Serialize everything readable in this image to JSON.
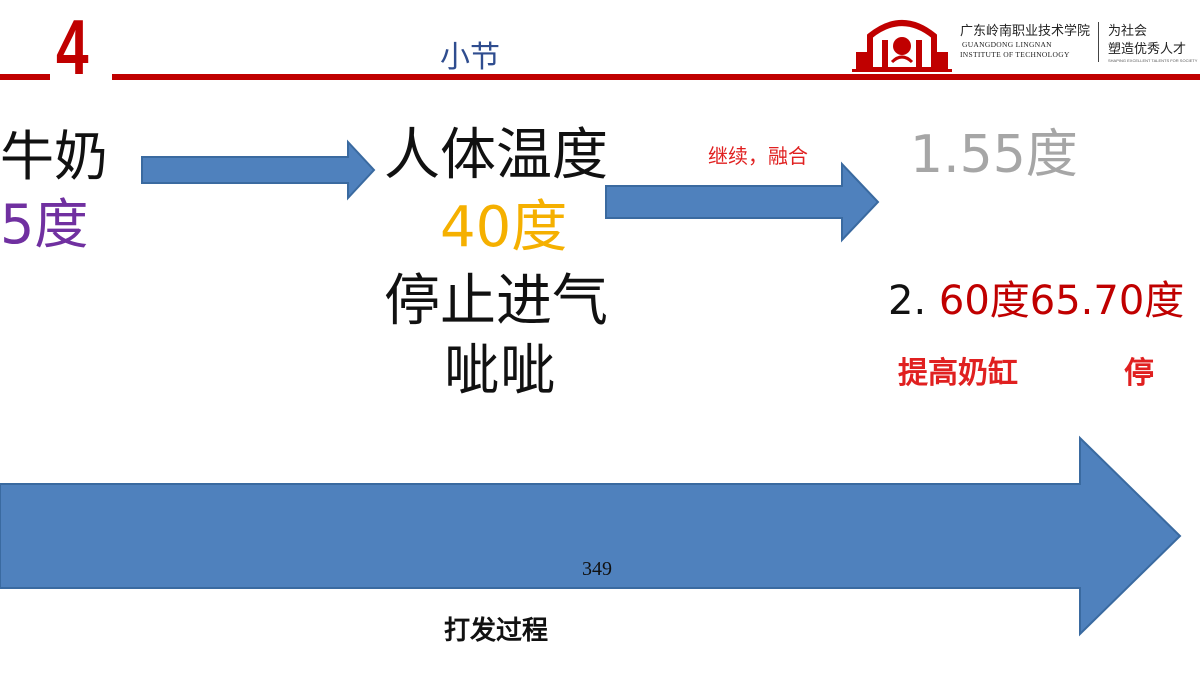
{
  "header": {
    "section_number": "4",
    "title": "小节",
    "accent_color": "#c00000",
    "logo": {
      "emblem": "college-emblem-icon",
      "name_cn": "广东岭南职业技术学院",
      "name_en_line1": "GUANGDONG LINGNAN",
      "name_en_line2": "INSTITUTE OF TECHNOLOGY",
      "motto_line1": "为社会",
      "motto_line2": "塑造优秀人才",
      "motto_en": "SHAPING EXCELLENT TALENTS FOR SOCIETY"
    }
  },
  "content": {
    "milk_label": "牛奶",
    "milk_temp": "5度",
    "body_temp_label": "人体温度",
    "body_temp_value": "40度",
    "stop_air": "停止进气",
    "hiss": "呲呲",
    "continue_label": "继续，融合",
    "step1": "1.55度",
    "step2_number": "2.",
    "step2_text": "60度65.70度",
    "raise_label": "提高奶缸",
    "stop_label": "停",
    "page_number": "349",
    "process_label": "打发过程"
  },
  "colors": {
    "arrow_fill": "#4f81bd",
    "arrow_stroke": "#3a6aa0",
    "purple": "#7030a0",
    "gold": "#f5b000",
    "gray": "#a6a6a6",
    "red": "#e02020",
    "dark_red": "#c00000"
  }
}
